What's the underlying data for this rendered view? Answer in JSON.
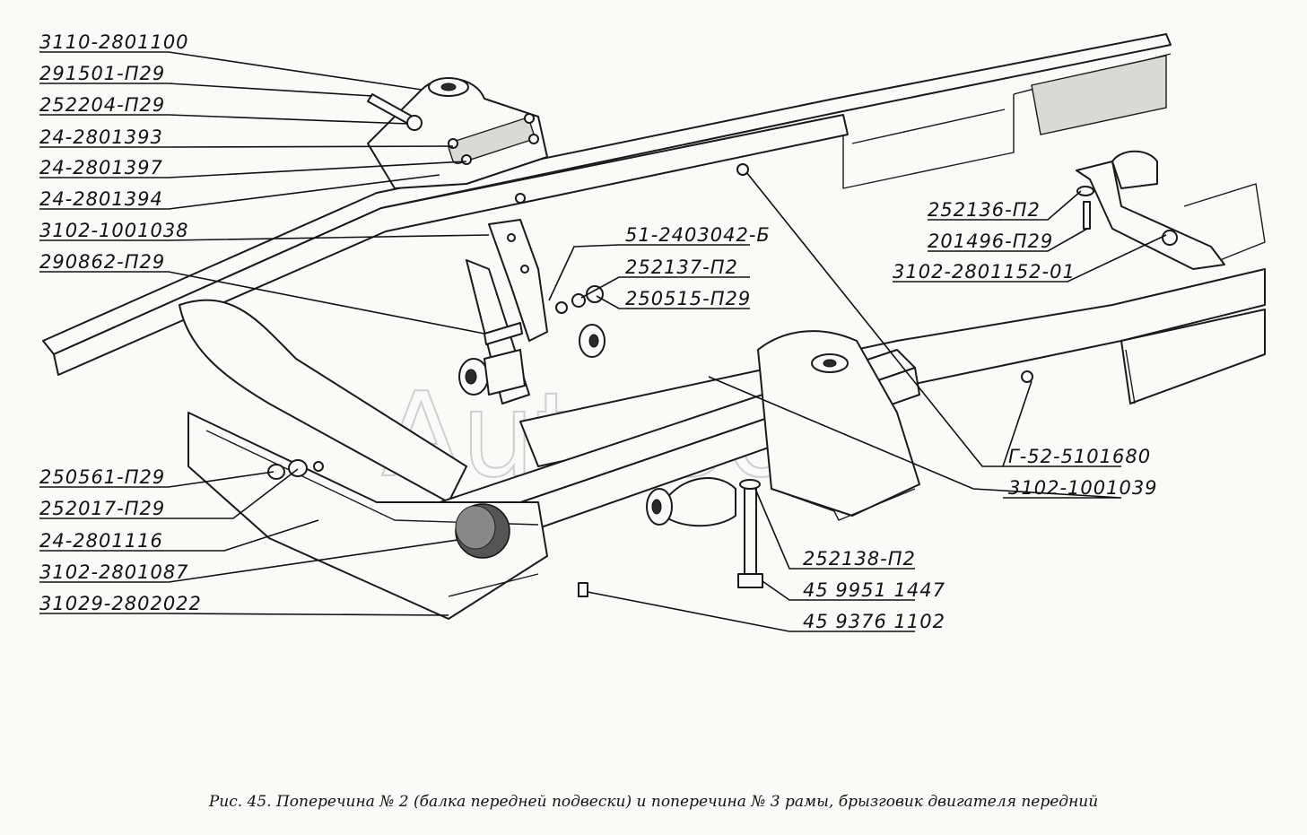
{
  "watermark": "AutoSoft",
  "caption": "Рис. 45. Поперечина № 2 (балка передней подвески) и поперечина № 3 рамы, брызговик двигателя передний",
  "labels": [
    {
      "id": "l1",
      "text": "3110-2801100"
    },
    {
      "id": "l2",
      "text": "291501-П29"
    },
    {
      "id": "l3",
      "text": "252204-П29"
    },
    {
      "id": "l4",
      "text": "24-2801393"
    },
    {
      "id": "l5",
      "text": "24-2801397"
    },
    {
      "id": "l6",
      "text": "24-2801394"
    },
    {
      "id": "l7",
      "text": "3102-1001038"
    },
    {
      "id": "l8",
      "text": "290862-П29"
    },
    {
      "id": "l9",
      "text": "51-2403042-Б"
    },
    {
      "id": "l10",
      "text": "252137-П2"
    },
    {
      "id": "l11",
      "text": "250515-П29"
    },
    {
      "id": "l12",
      "text": "252136-П2"
    },
    {
      "id": "l13",
      "text": "201496-П29"
    },
    {
      "id": "l14",
      "text": "3102-2801152-01"
    },
    {
      "id": "l15",
      "text": "Г-52-5101680"
    },
    {
      "id": "l16",
      "text": "3102-1001039"
    },
    {
      "id": "l17",
      "text": "250561-П29"
    },
    {
      "id": "l18",
      "text": "252017-П29"
    },
    {
      "id": "l19",
      "text": "24-2801116"
    },
    {
      "id": "l20",
      "text": "3102-2801087"
    },
    {
      "id": "l21",
      "text": "31029-2802022"
    },
    {
      "id": "l22",
      "text": "252138-П2"
    },
    {
      "id": "l23",
      "text": "45 9951 1447"
    },
    {
      "id": "l24",
      "text": "45 9376 1102"
    }
  ]
}
